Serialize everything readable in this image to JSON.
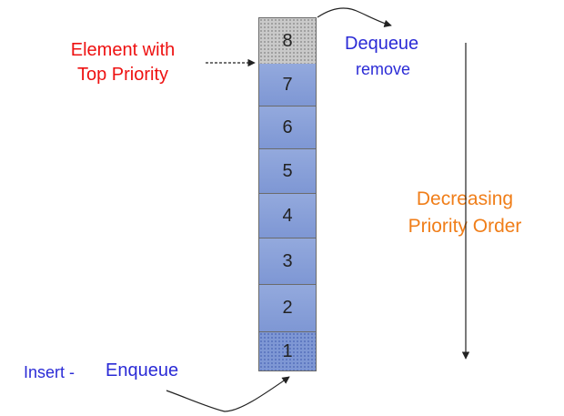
{
  "cells": [
    "8",
    "7",
    "6",
    "5",
    "4",
    "3",
    "2",
    "1"
  ],
  "labels": {
    "top_priority_line1": "Element with",
    "top_priority_line2": "Top Priority",
    "dequeue": "Dequeue",
    "remove": "remove",
    "decreasing_line1": "Decreasing",
    "decreasing_line2": "Priority Order",
    "insert": "Insert -",
    "enqueue": "Enqueue"
  },
  "colors": {
    "top_label": "#ee1111",
    "blue_label": "#2b2bd6",
    "order_label": "#f07e19",
    "cell_fill": "#8aa2da",
    "top_cell_fill": "#c9c9c9"
  }
}
